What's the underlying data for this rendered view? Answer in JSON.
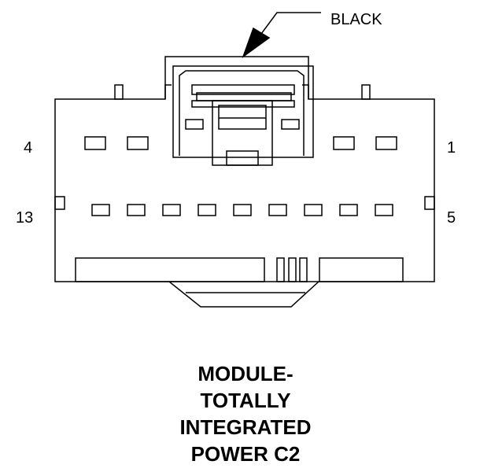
{
  "connector": {
    "color_label": "BLACK",
    "pin_labels": {
      "top_left": "4",
      "top_right": "1",
      "bottom_left": "13",
      "bottom_right": "5"
    },
    "title_lines": [
      "MODULE-",
      "TOTALLY",
      "INTEGRATED",
      "POWER C2"
    ]
  },
  "colors": {
    "line": "#000000",
    "background": "#ffffff"
  }
}
